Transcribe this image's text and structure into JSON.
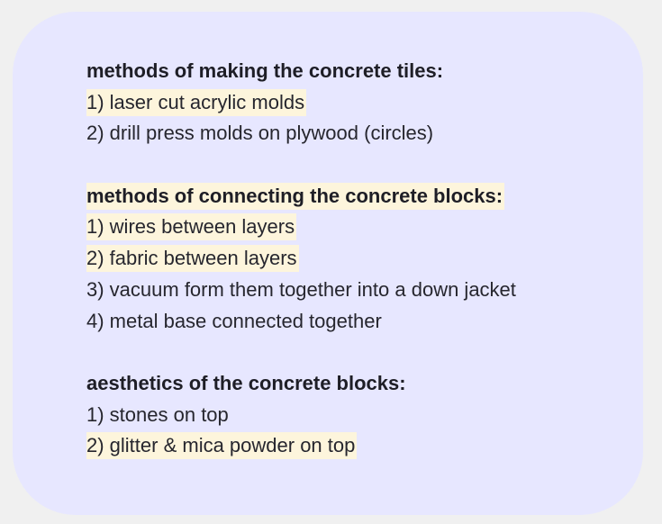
{
  "sections": [
    {
      "heading": "methods of making the concrete tiles:",
      "heading_highlighted": false,
      "items": [
        {
          "text": "1) laser cut acrylic molds",
          "highlighted": true
        },
        {
          "text": "2) drill press molds on plywood (circles)",
          "highlighted": false
        }
      ]
    },
    {
      "heading": "methods of connecting the concrete blocks:",
      "heading_highlighted": true,
      "items": [
        {
          "text": "1) wires between layers",
          "highlighted": true
        },
        {
          "text": "2) fabric between layers",
          "highlighted": true
        },
        {
          "text": "3) vacuum form them together into a down jacket",
          "highlighted": false
        },
        {
          "text": "4) metal base connected together",
          "highlighted": false
        }
      ]
    },
    {
      "heading": "aesthetics of the concrete blocks:",
      "heading_highlighted": false,
      "items": [
        {
          "text": "1) stones on top",
          "highlighted": false
        },
        {
          "text": "2) glitter & mica powder on top",
          "highlighted": true
        }
      ]
    }
  ],
  "colors": {
    "card_background": "#e7e7ff",
    "highlight": "#fdf5dc",
    "text": "#26262e"
  }
}
